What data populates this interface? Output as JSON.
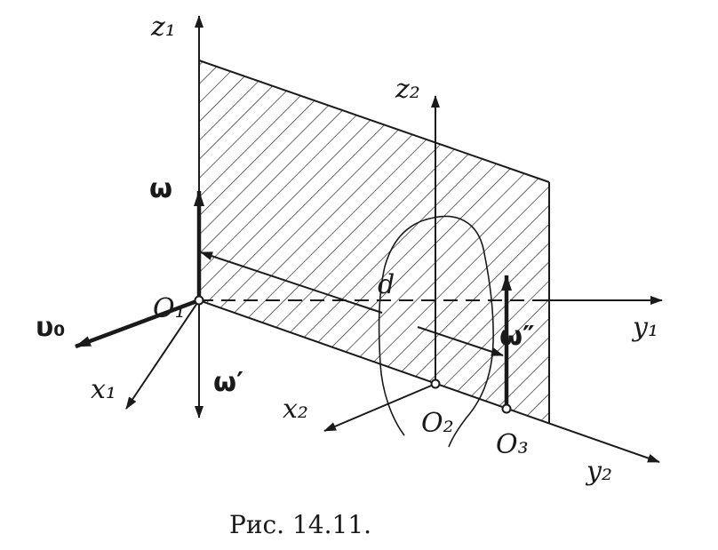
{
  "labels": {
    "z1": "z₁",
    "z2": "z₂",
    "y1": "y₁",
    "y2": "y₂",
    "x1": "x₁",
    "x2": "x₂",
    "o1": "O₁",
    "o2": "O₂",
    "o3": "O₃",
    "d": "d",
    "omega": "ω",
    "omega_prime": "ω′",
    "omega_double_prime": "ω″",
    "v0": "υ₀"
  },
  "caption": "Рис. 14.11.",
  "colors": {
    "ink": "#1a1a1a",
    "background": "#ffffff"
  }
}
